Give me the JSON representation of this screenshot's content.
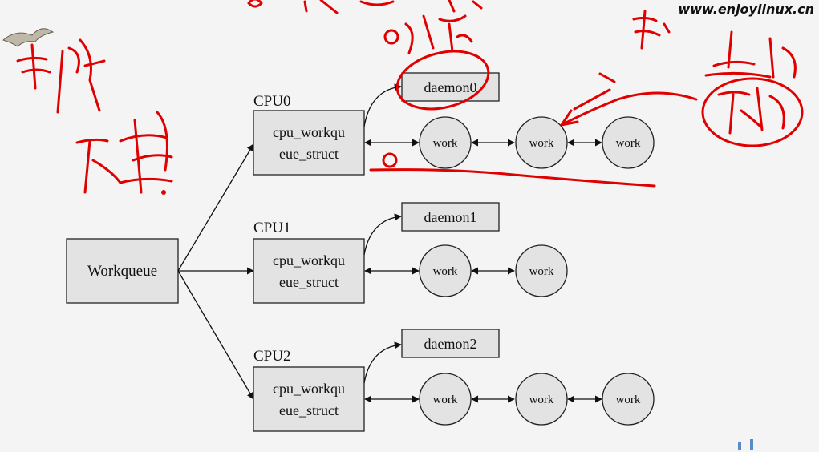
{
  "watermark": "www.enjoylinux.cn",
  "root": {
    "label": "Workqueue"
  },
  "cpus": [
    {
      "name": "CPU0",
      "struct_lines": [
        "cpu_workqu",
        "eue_struct"
      ],
      "daemon": "daemon0",
      "works": [
        "work",
        "work",
        "work"
      ]
    },
    {
      "name": "CPU1",
      "struct_lines": [
        "cpu_workqu",
        "eue_struct"
      ],
      "daemon": "daemon1",
      "works": [
        "work",
        "work"
      ]
    },
    {
      "name": "CPU2",
      "struct_lines": [
        "cpu_workqu",
        "eue_struct"
      ],
      "daemon": "daemon2",
      "works": [
        "work",
        "work",
        "work"
      ]
    }
  ],
  "colors": {
    "box_fill": "#e3e3e3",
    "annotation_ink": "#e00000",
    "background": "#f4f4f4"
  },
  "annotation_marks": [
    "handwritten red annotations (not transcribed)"
  ]
}
